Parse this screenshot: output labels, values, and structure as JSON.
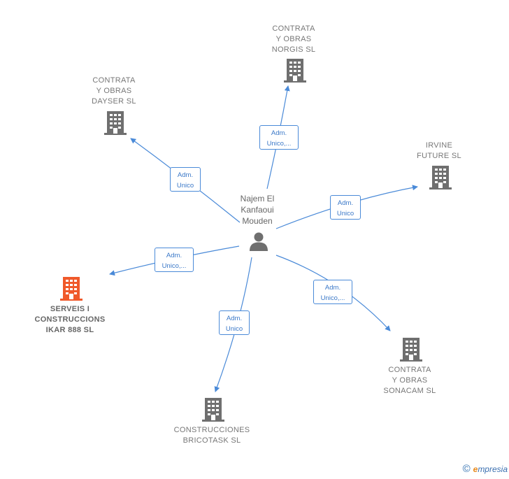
{
  "person": {
    "name": "Najem El\nKanfaoui\nMouden"
  },
  "companies": {
    "norgis": {
      "name": "CONTRATA\nY OBRAS\nNORGIS SL"
    },
    "dayser": {
      "name": "CONTRATA\nY OBRAS\nDAYSER  SL"
    },
    "irvine": {
      "name": "IRVINE\nFUTURE  SL"
    },
    "serveis": {
      "name": "SERVEIS I\nCONSTRUCCIONS\nIKAR 888  SL"
    },
    "sonacam": {
      "name": "CONTRATA\nY OBRAS\nSONACAM SL"
    },
    "bricotask": {
      "name": "CONSTRUCCIONES\nBRICOTASK  SL"
    }
  },
  "edges": {
    "norgis": "Adm.\nUnico,...",
    "dayser": "Adm.\nUnico",
    "irvine": "Adm.\nUnico",
    "serveis": "Adm.\nUnico,...",
    "sonacam": "Adm.\nUnico,...",
    "bricotask": "Adm.\nUnico"
  },
  "colors": {
    "edge": "#4a8ad8",
    "building": "#6f6f6f",
    "focus_building": "#f0592a",
    "person": "#6f6f6f"
  },
  "brand": {
    "symbol": "©",
    "initial": "e",
    "rest": "mpresia"
  }
}
